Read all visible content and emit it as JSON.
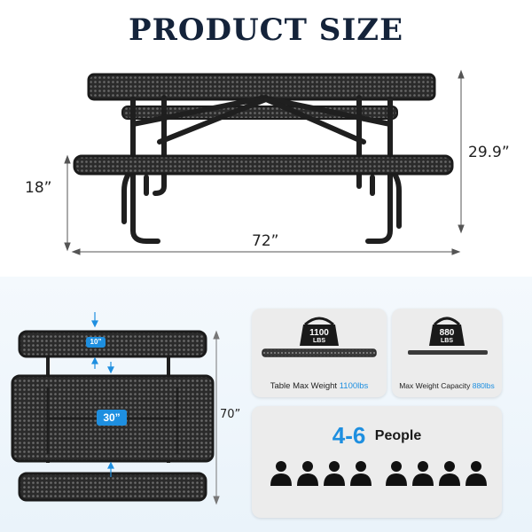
{
  "header": {
    "title": "PRODUCT SIZE"
  },
  "dimensions": {
    "height": "29.9”",
    "bench_height": "18”",
    "length": "72”",
    "width": "70”",
    "bench_width": "10”",
    "table_width": "30”"
  },
  "weight_cards": {
    "table": {
      "weight_top": "1100",
      "weight_unit": "LBS",
      "label": "Table Max Weight ",
      "label_value": "1100lbs"
    },
    "bench": {
      "weight_top": "880",
      "weight_unit": "LBS",
      "label": "Max Weight Capacity ",
      "label_value": "880lbs"
    }
  },
  "capacity": {
    "count": "4-6",
    "word": "People",
    "person_icon_count": 8
  },
  "colors": {
    "title": "#14233a",
    "accent": "#1e8fe0",
    "metal": "#2b2b2b"
  }
}
